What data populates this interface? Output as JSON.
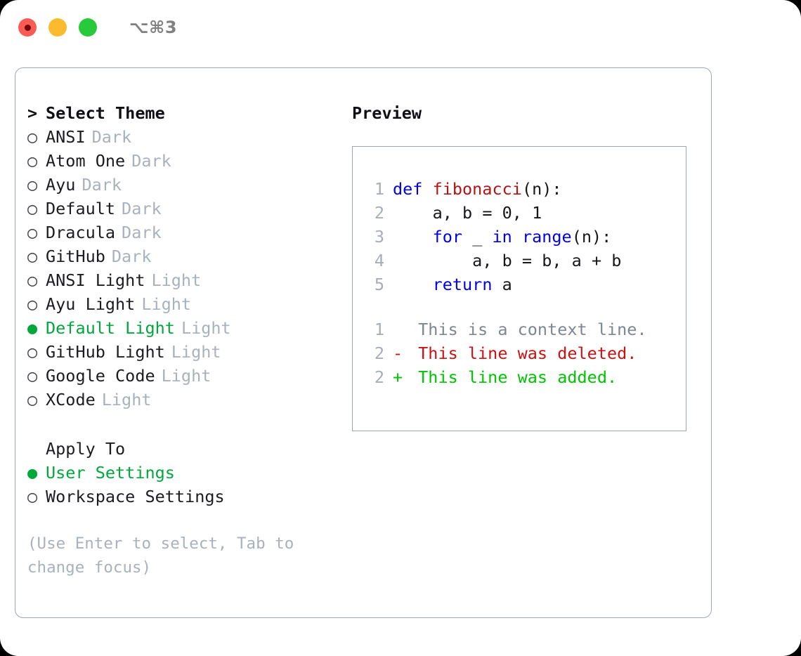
{
  "titlebar": {
    "lights": [
      {
        "name": "close-button",
        "color": "#fb5b55"
      },
      {
        "name": "minimize-button",
        "color": "#fcbb2f"
      },
      {
        "name": "maximize-button",
        "color": "#26ca3a"
      }
    ],
    "shortcut": "⌥⌘3"
  },
  "theme_picker": {
    "header_marker": ">",
    "header": "Select Theme",
    "selected_theme": "Default Light",
    "accent_color": "#00a83c",
    "muted_color": "#a8b2bd",
    "items": [
      {
        "marker": "○",
        "label": "ANSI",
        "suffix": "Dark",
        "selected": false
      },
      {
        "marker": "○",
        "label": "Atom One",
        "suffix": "Dark",
        "selected": false
      },
      {
        "marker": "○",
        "label": "Ayu",
        "suffix": "Dark",
        "selected": false
      },
      {
        "marker": "○",
        "label": "Default",
        "suffix": "Dark",
        "selected": false
      },
      {
        "marker": "○",
        "label": "Dracula",
        "suffix": "Dark",
        "selected": false
      },
      {
        "marker": "○",
        "label": "GitHub",
        "suffix": "Dark",
        "selected": false
      },
      {
        "marker": "○",
        "label": "ANSI Light",
        "suffix": "Light",
        "selected": false
      },
      {
        "marker": "○",
        "label": "Ayu Light",
        "suffix": "Light",
        "selected": false
      },
      {
        "marker": "●",
        "label": "Default Light",
        "suffix": "Light",
        "selected": true
      },
      {
        "marker": "○",
        "label": "GitHub Light",
        "suffix": "Light",
        "selected": false
      },
      {
        "marker": "○",
        "label": "Google Code",
        "suffix": "Light",
        "selected": false
      },
      {
        "marker": "○",
        "label": "XCode",
        "suffix": "Light",
        "selected": false
      }
    ]
  },
  "apply_to": {
    "header": "Apply To",
    "selected": "User Settings",
    "items": [
      {
        "marker": "●",
        "label": "User Settings",
        "selected": true
      },
      {
        "marker": "○",
        "label": "Workspace Settings",
        "selected": false
      }
    ]
  },
  "hint": "(Use Enter to select, Tab to change focus)",
  "preview": {
    "title": "Preview",
    "code_lines": [
      {
        "number": "1",
        "tokens": [
          {
            "text": "def ",
            "kind": "kw"
          },
          {
            "text": "fibonacci",
            "kind": "fn"
          },
          {
            "text": "(n):",
            "kind": "plain"
          }
        ]
      },
      {
        "number": "2",
        "tokens": [
          {
            "text": "    a, b = 0, 1",
            "kind": "plain"
          }
        ]
      },
      {
        "number": "3",
        "tokens": [
          {
            "text": "    ",
            "kind": "plain"
          },
          {
            "text": "for",
            "kind": "kw"
          },
          {
            "text": " _ ",
            "kind": "plain"
          },
          {
            "text": "in",
            "kind": "kw"
          },
          {
            "text": " ",
            "kind": "plain"
          },
          {
            "text": "range",
            "kind": "kw"
          },
          {
            "text": "(n):",
            "kind": "plain"
          }
        ]
      },
      {
        "number": "4",
        "tokens": [
          {
            "text": "        a, b = b, a + b",
            "kind": "plain"
          }
        ]
      },
      {
        "number": "5",
        "tokens": [
          {
            "text": "    ",
            "kind": "plain"
          },
          {
            "text": "return",
            "kind": "kw"
          },
          {
            "text": " a",
            "kind": "plain"
          }
        ]
      }
    ],
    "diff_lines": [
      {
        "number": "1",
        "sign": " ",
        "text": " This is a context line.",
        "kind": "context"
      },
      {
        "number": "2",
        "sign": "-",
        "text": " This line was deleted.",
        "kind": "del"
      },
      {
        "number": "2",
        "sign": "+",
        "text": " This line was added.",
        "kind": "add"
      }
    ]
  }
}
